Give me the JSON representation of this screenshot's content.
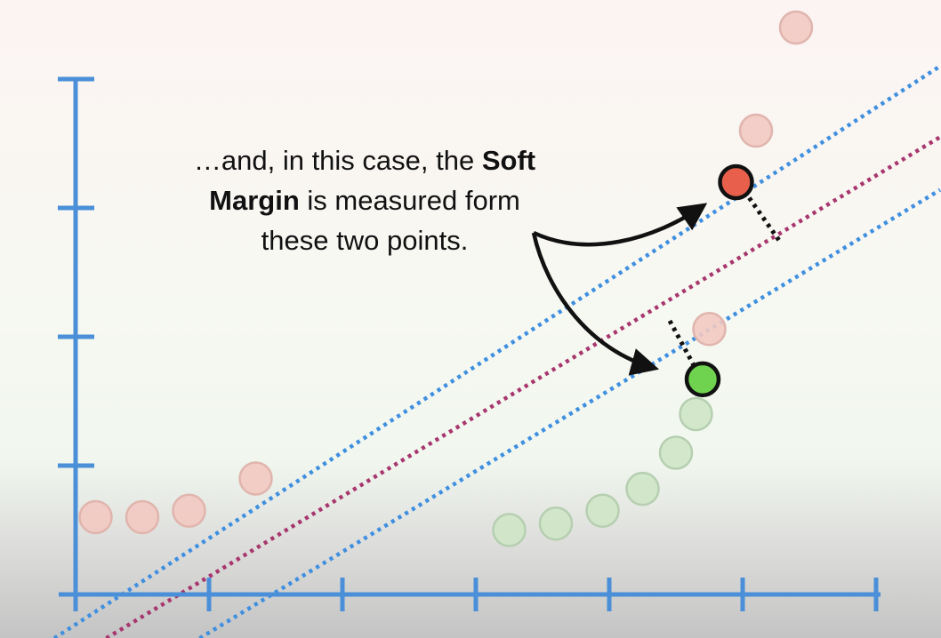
{
  "caption": {
    "part1": "…and, in this case, the ",
    "bold1": "Soft",
    "bold2": "Margin",
    "part2": " is measured form",
    "part3": "these two points."
  },
  "colors": {
    "axis": "#4a8fd8",
    "margin_line": "#3f8fe0",
    "threshold_line": "#a8366e",
    "red_faded": "#f2c9c2",
    "green_faded": "#cfe6c6",
    "red_support": "#e8604c",
    "green_support": "#6fd34f"
  },
  "chart_data": {
    "type": "scatter",
    "xlim": [
      0,
      6
    ],
    "ylim": [
      0,
      4
    ],
    "x_ticks": [
      1,
      2,
      3,
      4,
      5,
      6
    ],
    "y_ticks": [
      1,
      2,
      3,
      4
    ],
    "grid": false,
    "series": [
      {
        "class": "red",
        "points": [
          [
            0.15,
            0.6
          ],
          [
            0.5,
            0.6
          ],
          [
            0.85,
            0.65
          ],
          [
            1.35,
            0.9
          ],
          [
            4.75,
            2.06
          ],
          [
            5.1,
            3.6
          ],
          [
            5.4,
            4.4
          ]
        ]
      },
      {
        "class": "green",
        "points": [
          [
            3.25,
            0.5
          ],
          [
            3.6,
            0.55
          ],
          [
            3.95,
            0.65
          ],
          [
            4.25,
            0.82
          ],
          [
            4.5,
            1.1
          ],
          [
            4.65,
            1.4
          ]
        ]
      }
    ],
    "support_points": [
      {
        "class": "red",
        "x": 4.95,
        "y": 3.2
      },
      {
        "class": "green",
        "x": 4.7,
        "y": 1.67
      }
    ],
    "lines": [
      {
        "kind": "margin",
        "x1": -0.16,
        "y1": -0.34,
        "x2": 6.48,
        "y2": 4.1
      },
      {
        "kind": "threshold",
        "x1": 0.23,
        "y1": -0.34,
        "x2": 6.48,
        "y2": 3.55
      },
      {
        "kind": "margin",
        "x1": 0.93,
        "y1": -0.34,
        "x2": 6.48,
        "y2": 3.14
      }
    ]
  }
}
